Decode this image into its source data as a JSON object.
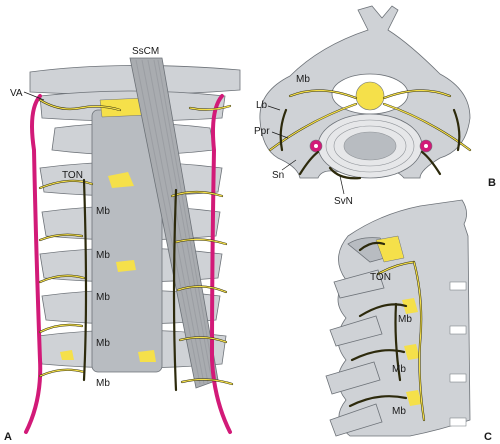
{
  "labels": {
    "A": "A",
    "B": "B",
    "C": "C",
    "ssCM": "SsCM",
    "va": "VA",
    "ton_a": "TON",
    "mb_a1": "Mb",
    "mb_a2": "Mb",
    "mb_a3": "Mb",
    "mb_a4": "Mb",
    "mb_a5": "Mb",
    "mb_b": "Mb",
    "lb": "Lb",
    "ppr": "Ppr",
    "sn": "Sn",
    "svn": "SvN",
    "ton_c": "TON",
    "mb_c1": "Mb",
    "mb_c2": "Mb",
    "mb_c3": "Mb"
  },
  "colors": {
    "bone": "#cfd2d6",
    "nerve": "#f5e04a",
    "artery": "#d21a78",
    "outline": "#6d7278"
  }
}
